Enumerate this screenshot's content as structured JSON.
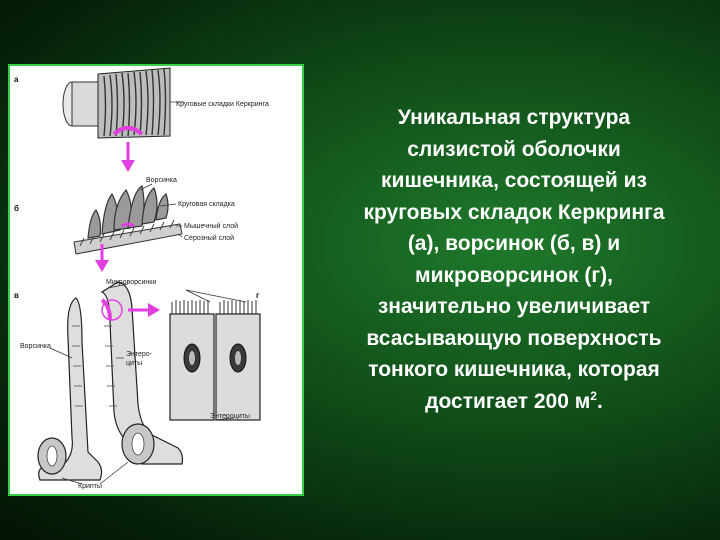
{
  "figure": {
    "markers": [
      "а",
      "б",
      "в",
      "г"
    ],
    "labels": {
      "kerkring_fold_a": "Круговые складки Керкринга",
      "villus_b": "Ворсинка",
      "circular_fold_b": "Круговая складка",
      "muscle_layer": "Мышечный слой",
      "serous_layer": "Серозный слой",
      "microvilli": "Микроворсинки",
      "villus_c": "Ворсинка",
      "enterocytes_c_line1": "Энтеро-",
      "enterocytes_c_line2": "циты",
      "enterocytes_d": "Энтероциты",
      "crypts": "Крипты"
    },
    "colors": {
      "highlight": "#e23fe0",
      "arrow": "#e23fe0",
      "border": "#36d14a"
    }
  },
  "caption": {
    "lines": [
      "Уникальная структура",
      "слизистой оболочки",
      "кишечника, состоящей из",
      "круговых складок Керкринга",
      "(а), ворсинок (б, в) и",
      "микроворсинок (г),",
      "значительно увеличивает",
      "всасывающую поверхность",
      "тонкого кишечника, которая"
    ],
    "last_line_prefix": "достигает 200 м",
    "last_line_sup": "2",
    "last_line_suffix": "."
  }
}
